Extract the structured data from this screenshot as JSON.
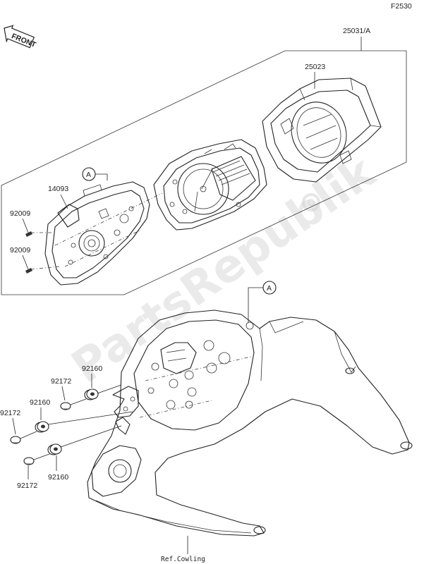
{
  "figure_code": "F2530",
  "front_label": "FRONT",
  "watermark": "PartsRepublik",
  "ref_label": "Ref.Cowling",
  "callout_a": "A",
  "parts": {
    "p25031a": "25031/A",
    "p25023": "25023",
    "p14093": "14093",
    "p92009_top": "92009",
    "p92009_bottom": "92009",
    "p92172_upper": "92172",
    "p92160_upper": "92160",
    "p92172_left": "92172",
    "p92160_left": "92160",
    "p92172_bottom": "92172",
    "p92160_bottom": "92160"
  },
  "colors": {
    "line": "#222222",
    "watermark": "#d8d8d8"
  }
}
